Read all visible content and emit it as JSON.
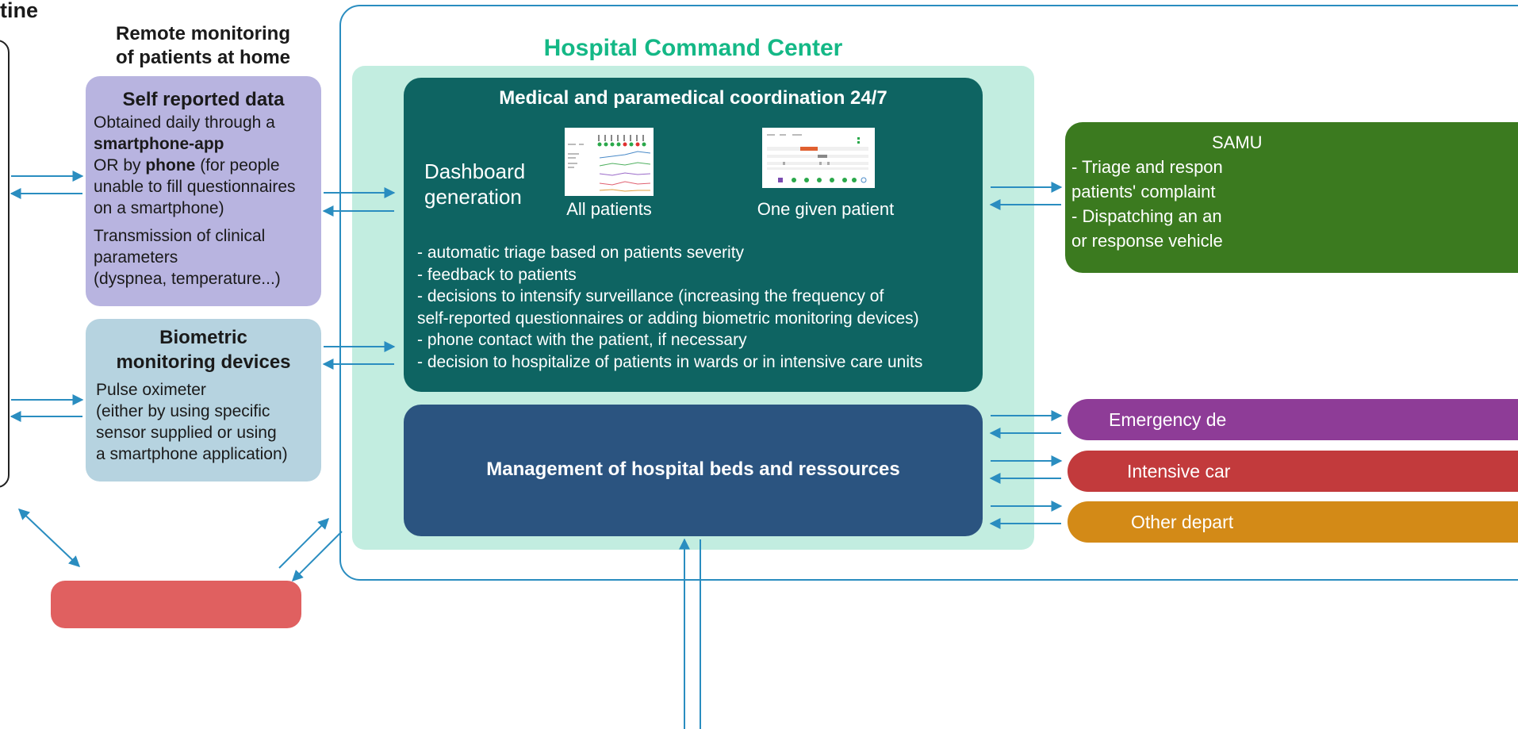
{
  "top_left_cut": "tine",
  "remote": {
    "heading_line1": "Remote monitoring",
    "heading_line2": "of patients at home"
  },
  "self_reported": {
    "title": "Self reported data",
    "l1": "Obtained daily through a",
    "l2": "smartphone-app",
    "l3a": "OR by ",
    "l3b": "phone",
    "l3c": " (for people",
    "l4": "unable to fill questionnaires",
    "l5": "on a smartphone)",
    "t1": "Transmission of clinical",
    "t2": "parameters",
    "t3": "(dyspnea, temperature...)"
  },
  "biometric": {
    "title1": "Biometric",
    "title2": "monitoring devices",
    "l1": "Pulse oximeter",
    "l2": "(either by using specific",
    "l3": "sensor supplied or using",
    "l4": "a  smartphone application)"
  },
  "command_center": {
    "title": "Hospital Command Center"
  },
  "coordination": {
    "title": "Medical and paramedical coordination 24/7",
    "dashboard1": "Dashboard",
    "dashboard2": "generation",
    "all_patients": "All patients",
    "one_patient": "One given patient",
    "b1": "- automatic triage based on patients severity",
    "b2": "- feedback to patients",
    "b3": "- decisions to intensify surveillance (increasing the frequency of",
    "b4": "self-reported questionnaires or adding biometric monitoring devices)",
    "b5": "- phone contact with the patient, if necessary",
    "b6": "- decision to hospitalize of patients in wards or in intensive care units"
  },
  "management": {
    "title": "Management of hospital beds and ressources"
  },
  "samu": {
    "title": "SAMU",
    "l1": "- Triage and respon",
    "l2": "patients' complaint",
    "l3": "- Dispatching an an",
    "l4": "or response vehicle"
  },
  "departments": {
    "emergency": "Emergency de",
    "intensive": "Intensive car",
    "other": "Other depart"
  },
  "colors": {
    "purple_box": "#b8b4e0",
    "blue_box": "#b6d3e0",
    "mint_bg": "#c2ede0",
    "teal_box": "#0e6462",
    "navy_box": "#2b5480",
    "green_box": "#3b7a1f",
    "magenta_box": "#8e3c97",
    "red_box": "#c23a3c",
    "orange_box": "#d38a17",
    "arrow": "#2a8dc0",
    "cc_title": "#14b886",
    "bottom_red": "#e06060"
  }
}
